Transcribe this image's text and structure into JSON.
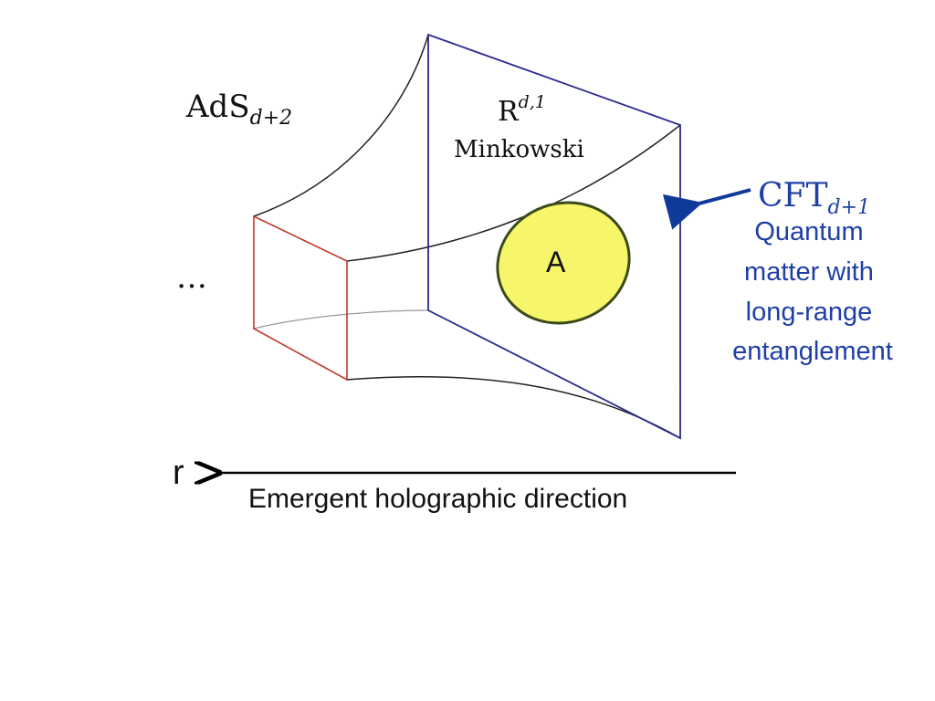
{
  "labels": {
    "ads_base": "AdS",
    "ads_sub": "d+2",
    "r_base": "R",
    "r_sup": "d,1",
    "minkowski": "Minkowski",
    "cft_base": "CFT",
    "cft_sub": "d+1",
    "ellipsis": "…",
    "region": "A",
    "quantum_lines": [
      "Quantum",
      "matter with",
      "long-range",
      "entanglement"
    ],
    "r_axis": "r",
    "emergent": "Emergent holographic direction"
  },
  "colors": {
    "boundary_blue": "#2a2a8c",
    "cut_red": "#c0392b",
    "text_blue": "#1f3fa5",
    "region_fill": "#f7f56a",
    "region_stroke": "#3a4a1a",
    "arrow_blue": "#103a9a"
  }
}
